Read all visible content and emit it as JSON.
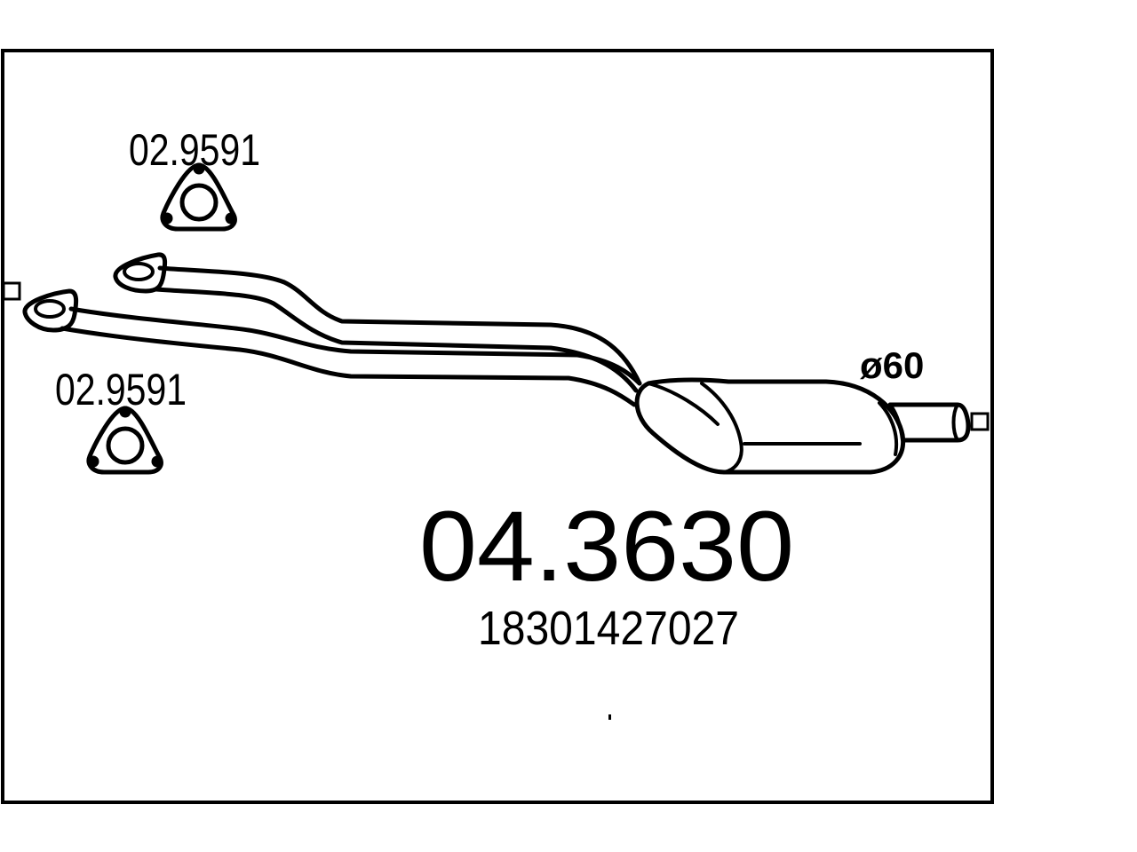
{
  "part": {
    "number": "04.3630",
    "oem_number": "18301427027",
    "pipe_diameter": "ø60"
  },
  "gaskets": [
    {
      "label": "02.9591"
    },
    {
      "label": "02.9591"
    }
  ],
  "colors": {
    "stroke": "#000000",
    "background": "#ffffff"
  }
}
